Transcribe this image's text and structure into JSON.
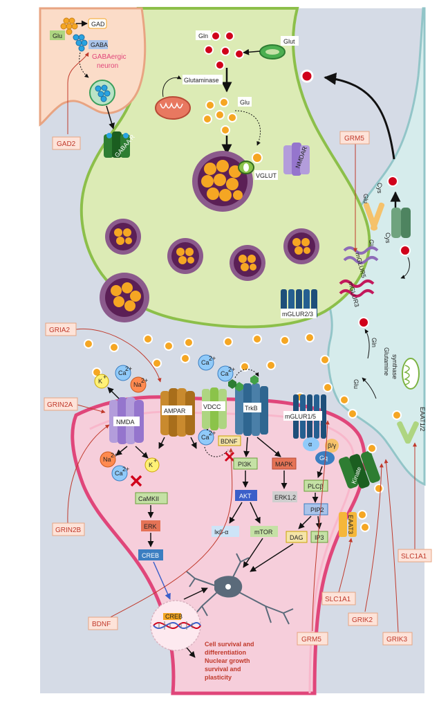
{
  "colors": {
    "background": "#d5dbe6",
    "presynaptic_fill": "#dcebb5",
    "presynaptic_stroke": "#8cbf4a",
    "postsynaptic_fill": "#f6cedb",
    "postsynaptic_stroke": "#e0467a",
    "gaba_fill": "#fbdcc8",
    "gaba_stroke": "#e8a482",
    "astro_fill": "#d6ecec",
    "astro_stroke": "#92c5c8",
    "vesicle_outer": "#8b5a8c",
    "vesicle_inner": "#5b1f56",
    "glu_dot": "#f5a623",
    "red_dot": "#d0021b",
    "gene_box_fill": "#fde3d9",
    "gene_box_text": "#c0392b",
    "arrow_red": "#c0392b"
  },
  "gaba_neuron": {
    "gad": "GAD",
    "glu": "Glu",
    "gaba": "GABA",
    "title": "GABAergic neuron",
    "receptor": "GABAA R"
  },
  "presynaptic": {
    "gln": "Gln",
    "glut": "Glut",
    "glutaminase": "Glutaminase",
    "glu": "Glu",
    "vglut": "VGLUT",
    "nmdar": "NMDAR",
    "mglur23": "mGLUR2/3"
  },
  "astrocyte": {
    "glu_top": "Glu",
    "glu_bottom": "Glu",
    "cys_top": "Cys",
    "cys_bottom": "Cys",
    "mglur5": "mGLUR5",
    "mglur3": "mGLUR3",
    "gln": "Gln",
    "glutamine_synthase": "Glutamine synthase",
    "glu": "Glu",
    "eaat12": "EAAT1/2"
  },
  "postsynaptic": {
    "nmda": "NMDA",
    "ampar": "AMPAR",
    "vdcc": "VDCC",
    "trkb": "TrkB",
    "mglur15": "mGLUR1/5",
    "ca": "Ca",
    "ca_sup": "2+",
    "na": "Na",
    "na_sup": "2+",
    "k": "K",
    "k_sup": "+",
    "bdnf": "BDNF",
    "pi3k": "PI3K",
    "akt": "AKT",
    "ikb": "Iκβ-α",
    "mtor": "mTOR",
    "mapk": "MAPK",
    "erk12": "ERK1,2",
    "camkii": "CaMKII",
    "erk": "ERK",
    "creb": "CREB",
    "creb_small": "CREB",
    "alpha": "α",
    "bg": "β/γ",
    "gq": "Gq",
    "plcb": "PLCβ",
    "pip2": "PIP2",
    "dag": "DAG",
    "ip3": "IP3",
    "kinate": "Kinate",
    "eaat3": "EAAT3",
    "outcome": [
      "Cell survival and",
      "differentiation",
      "Nuclear growth",
      "survival and",
      "plasticity"
    ]
  },
  "genes": {
    "gad2": "GAD2",
    "grm5_top": "GRM5",
    "gria2": "GRIA2",
    "grin2a": "GRIN2A",
    "grin2b": "GRIN2B",
    "bdnf": "BDNF",
    "grm5_bottom": "GRM5",
    "slc1a1_mid": "SLC1A1",
    "grik2": "GRIK2",
    "grik3": "GRIK3",
    "slc1a1_right": "SLC1A1"
  }
}
